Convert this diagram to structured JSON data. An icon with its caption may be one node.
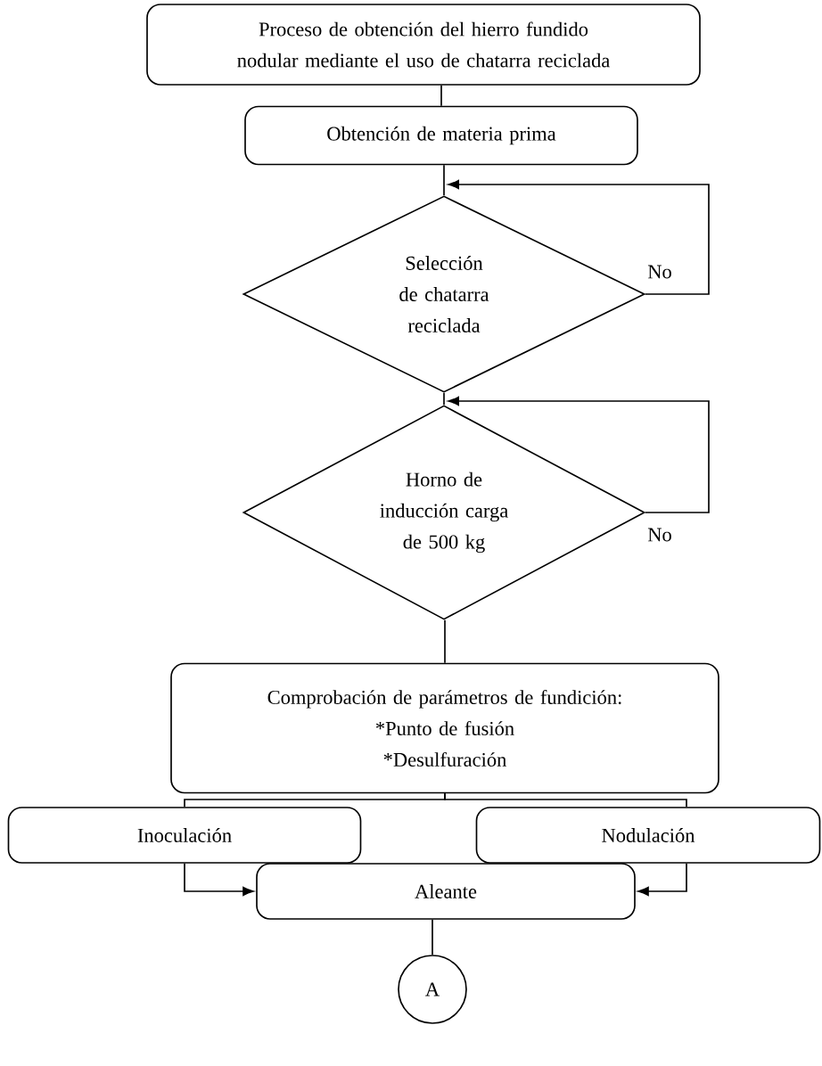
{
  "diagram": {
    "nodes": [
      {
        "text": [
          "Proceso de obtención del hierro fundido nodular mediante el uso de chatarra reciclada"
        ]
      },
      {
        "text": [
          "Obtención de materia prima"
        ]
      },
      {
        "text": [
          "Selección de chatarra reciclada"
        ]
      },
      {
        "text": [
          "Horno de inducción carga de 500 kg"
        ]
      },
      {
        "text": [
          "Comprobación de parámetros de fundición:",
          "*Punto de fusión",
          "*Desulfuración"
        ]
      },
      {
        "text": [
          "Inoculación"
        ]
      },
      {
        "text": [
          "Nodulación"
        ]
      },
      {
        "text": [
          "Aleante"
        ]
      },
      {
        "text": [
          "A"
        ]
      }
    ],
    "edges": [
      {
        "from": 0,
        "to": 1,
        "arrow": "none"
      },
      {
        "from": 1,
        "to": 2,
        "arrow": "none"
      },
      {
        "from": 2,
        "to": 2,
        "arrow": "to",
        "label": "No"
      },
      {
        "from": 2,
        "to": 3,
        "arrow": "none"
      },
      {
        "from": 3,
        "to": 3,
        "arrow": "to",
        "label": "No"
      },
      {
        "from": 3,
        "to": 4,
        "arrow": "none"
      },
      {
        "from": 4,
        "to": 5,
        "arrow": "none"
      },
      {
        "from": 4,
        "to": 6,
        "arrow": "none"
      },
      {
        "from": 5,
        "to": 7,
        "arrow": "to"
      },
      {
        "from": 6,
        "to": 7,
        "arrow": "to"
      },
      {
        "from": 7,
        "to": 8,
        "arrow": "none"
      }
    ]
  }
}
